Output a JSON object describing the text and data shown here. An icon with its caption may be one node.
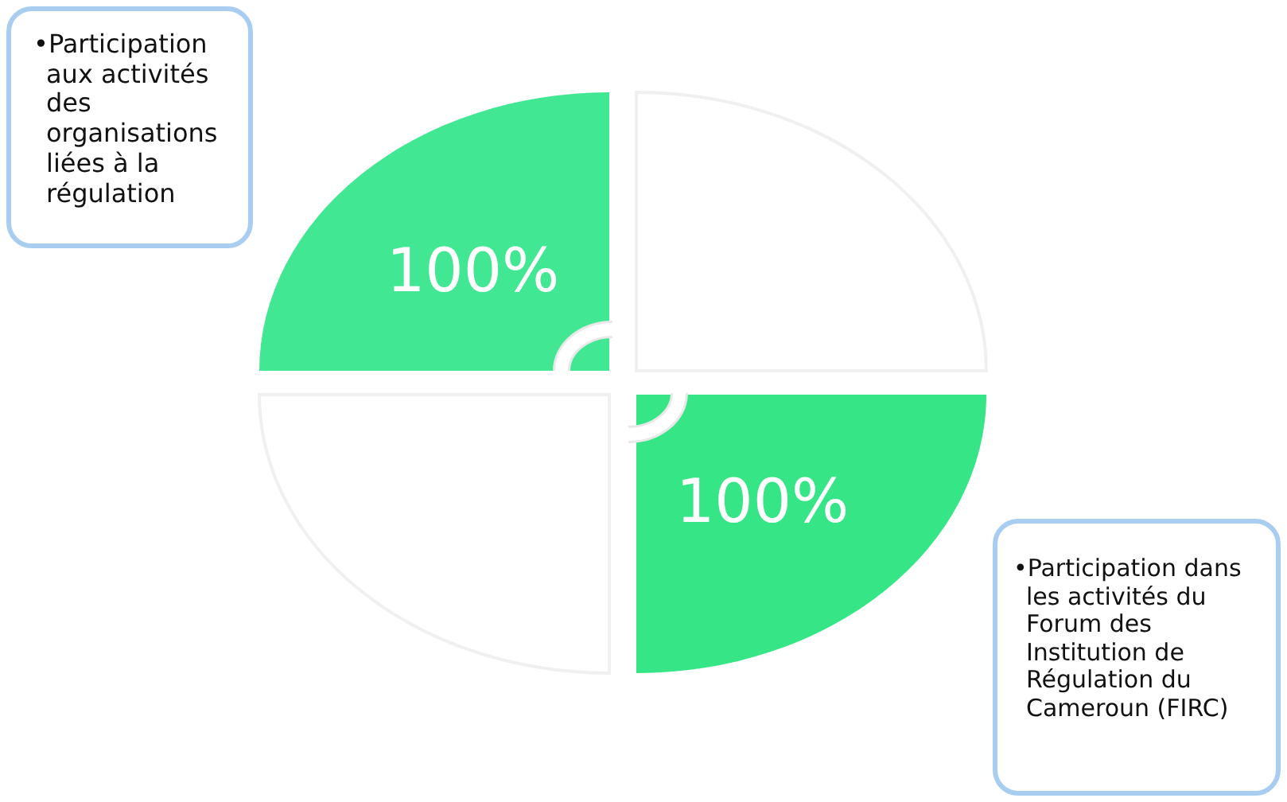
{
  "diagram": {
    "nodes": [
      {
        "text": [
          "•Participation aux activités des organisations liées à la régulation"
        ]
      },
      {
        "text": [
          "100%"
        ]
      },
      {
        "text": [],
        "shape": "sector"
      },
      {
        "text": [],
        "shape": "sector"
      },
      {
        "text": [
          "100%"
        ]
      },
      {
        "text": [
          "•Participation dans les activités du Forum des Institution de Régulation du Cameroun (FIRC)"
        ]
      }
    ]
  }
}
